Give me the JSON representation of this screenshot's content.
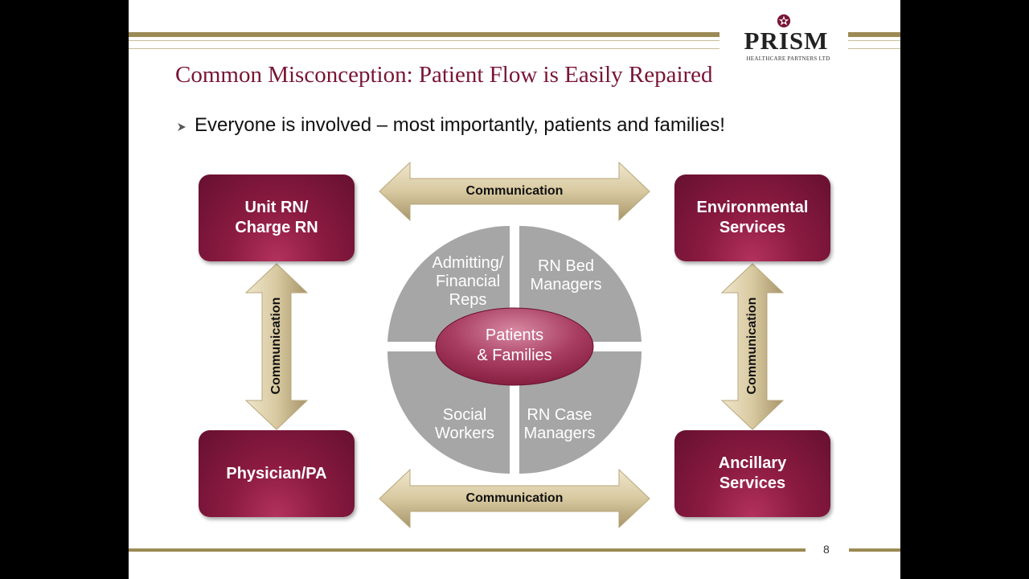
{
  "colors": {
    "brand_maroon": "#7a1535",
    "box_maroon": "#8a1a40",
    "gold_bar": "#9c8a55",
    "arrow_tan": "#d8c9a0",
    "quadrant_gray": "#a6a6a6"
  },
  "header": {
    "logo_text": "PRISM",
    "logo_subtext": "HEALTHCARE PARTNERS LTD",
    "logo_icon": "prism-star-icon"
  },
  "slide": {
    "title": "Common Misconception: Patient Flow is Easily Repaired",
    "bullet": "Everyone is involved – most importantly, patients and families!",
    "bullet_icon": "arrowhead-bullet-icon",
    "page_number": "8"
  },
  "diagram": {
    "corners": {
      "top_left": "Unit RN/\nCharge RN",
      "top_right": "Environmental\nServices",
      "bottom_left": "Physician/PA",
      "bottom_right": "Ancillary\nServices"
    },
    "arrows": {
      "top": "Communication",
      "bottom": "Communication",
      "left": "Communication",
      "right": "Communication"
    },
    "quadrants": {
      "top_left": "Admitting/\nFinancial\nReps",
      "top_right": "RN Bed\nManagers",
      "bottom_left": "Social\nWorkers",
      "bottom_right": "RN Case\nManagers"
    },
    "center": "Patients\n& Families"
  }
}
